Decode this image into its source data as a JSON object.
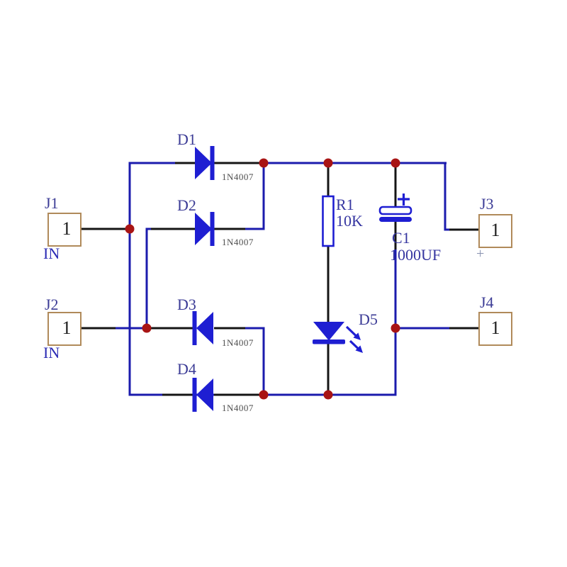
{
  "colors": {
    "wire": "#1b1bad",
    "component": "#1e1ed2",
    "pin": "#151515",
    "junction": "#a81414",
    "connector-border": "#b08a5a",
    "designator-text": "#3c3c96",
    "value-text": "#3535a0",
    "in-text": "#2b2bb4",
    "part-text": "#4f4f4f",
    "pin-number-text": "#1a1a1a",
    "plus-muted": "#8892b0"
  },
  "connectors": [
    {
      "designator": "J1",
      "pin": "1",
      "sublabel": "IN"
    },
    {
      "designator": "J2",
      "pin": "1",
      "sublabel": "IN"
    },
    {
      "designator": "J3",
      "pin": "1",
      "sublabel": "+"
    },
    {
      "designator": "J4",
      "pin": "1",
      "sublabel": ""
    }
  ],
  "diodes": [
    {
      "designator": "D1",
      "part": "1N4007"
    },
    {
      "designator": "D2",
      "part": "1N4007"
    },
    {
      "designator": "D3",
      "part": "1N4007"
    },
    {
      "designator": "D4",
      "part": "1N4007"
    }
  ],
  "resistor": {
    "designator": "R1",
    "value": "10K"
  },
  "capacitor": {
    "designator": "C1",
    "value": "1000UF",
    "polarity": "+"
  },
  "led": {
    "designator": "D5"
  }
}
